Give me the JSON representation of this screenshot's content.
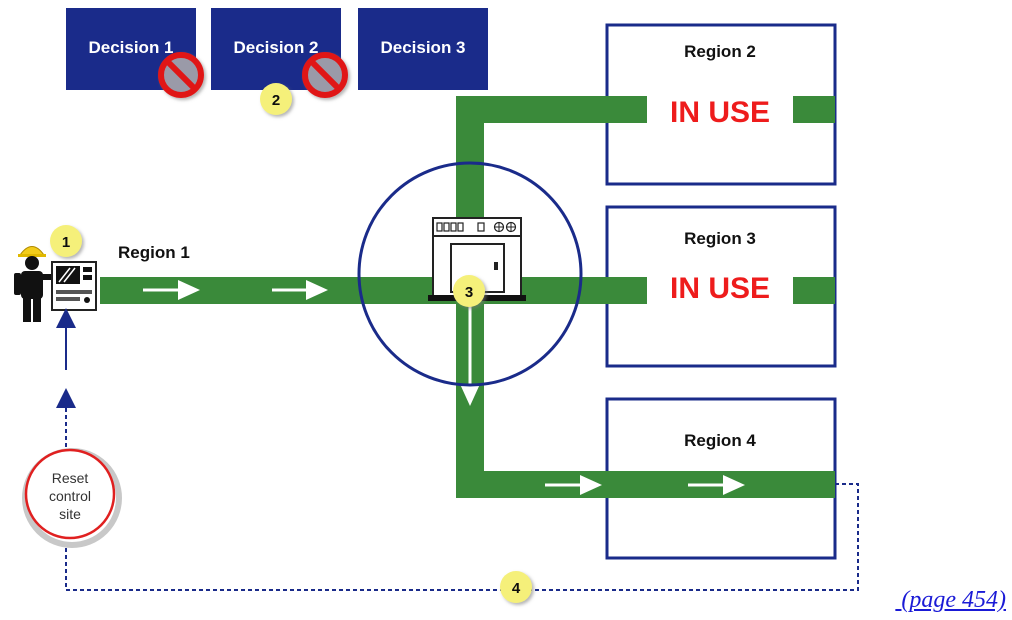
{
  "decisions": [
    {
      "label": "Decision 1",
      "blocked": true
    },
    {
      "label": "Decision 2",
      "blocked": true
    },
    {
      "label": "Decision 3",
      "blocked": false
    }
  ],
  "regions": [
    {
      "label": "Region 1"
    },
    {
      "label": "Region 2",
      "status": "IN USE"
    },
    {
      "label": "Region 3",
      "status": "IN USE"
    },
    {
      "label": "Region 4"
    }
  ],
  "steps": [
    "1",
    "2",
    "3",
    "4"
  ],
  "reset": {
    "lines": [
      "Reset",
      "control",
      "site"
    ]
  },
  "page_link": " (page 454)",
  "colors": {
    "track": "#3a8a3a",
    "decision_fill": "#1a2b8a",
    "region_border": "#1a2b8a",
    "in_use": "#ee1c1c",
    "step_fill": "#f5f07a",
    "dotted_line": "#1a2b8a",
    "blocked": "#e01818"
  },
  "icons": [
    "worker-icon",
    "control-panel-icon",
    "machine-icon",
    "no-entry-icon"
  ]
}
